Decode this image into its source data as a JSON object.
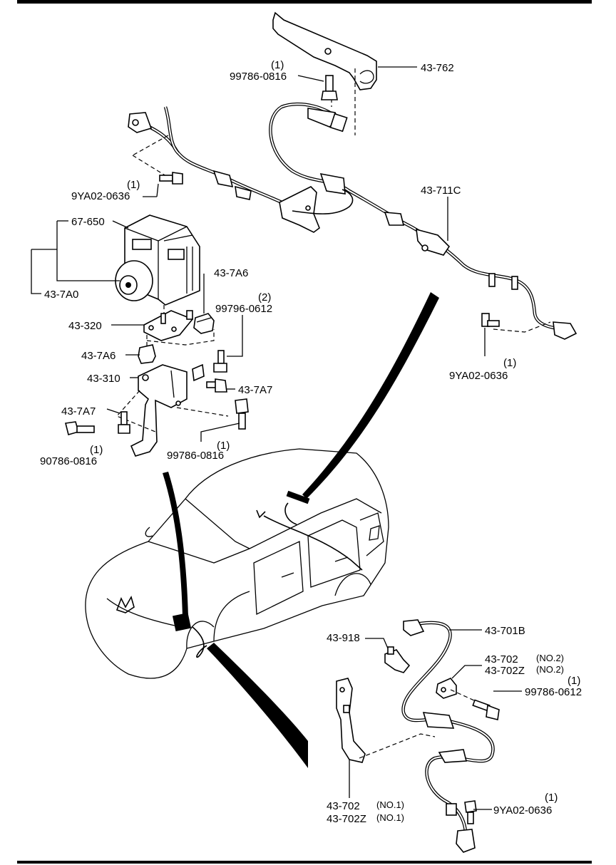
{
  "diagram": {
    "labels": {
      "bracket_top": "43-762",
      "bolt_top_qty": "(1)",
      "bolt_top": "99786-0816",
      "bolt_left_qty": "(1)",
      "bolt_left": "9YA02-0636",
      "hu": "67-650",
      "hu_assy": "43-7A0",
      "harness_rear": "43-711C",
      "bracket_hu": "43-320",
      "bush_upper": "43-7A6",
      "bolt_hu_qty": "(2)",
      "bolt_hu": "99796-0612",
      "bush_lower": "43-7A6",
      "bracket_lower": "43-310",
      "collar_right": "43-7A7",
      "collar_left": "43-7A7",
      "bolt_rr_qty": "(1)",
      "bolt_rr": "9YA02-0636",
      "bolt_ll_qty": "(1)",
      "bolt_ll": "90786-0816",
      "bolt_lc_qty": "(1)",
      "bolt_lc": "99786-0816",
      "clip_front": "43-918",
      "harness_front": "43-701B",
      "bracket_no2_a": "43-702",
      "bracket_no2_a_note": "(NO.2)",
      "bracket_no2_b": "43-702Z",
      "bracket_no2_b_note": "(NO.2)",
      "bolt_fr_qty": "(1)",
      "bolt_fr": "99786-0612",
      "bracket_no1_a": "43-702",
      "bracket_no1_a_note": "(NO.1)",
      "bracket_no1_b": "43-702Z",
      "bracket_no1_b_note": "(NO.1)",
      "bolt_fb_qty": "(1)",
      "bolt_fb": "9YA02-0636"
    }
  }
}
